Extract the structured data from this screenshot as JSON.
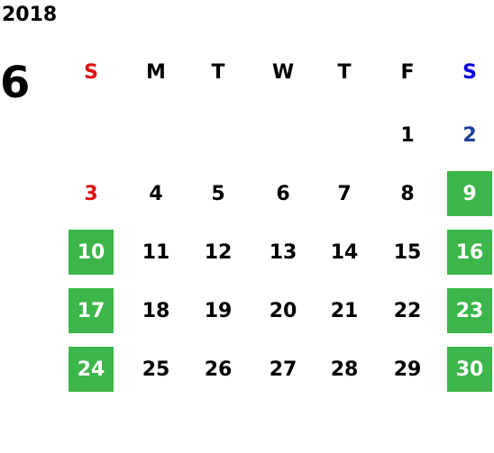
{
  "calendar": {
    "year": "2018",
    "month": "6",
    "weekdays": [
      "S",
      "M",
      "T",
      "W",
      "T",
      "F",
      "S"
    ],
    "weeks": [
      [
        "",
        "",
        "",
        "",
        "",
        "1",
        "2"
      ],
      [
        "3",
        "4",
        "5",
        "6",
        "7",
        "8",
        "9"
      ],
      [
        "10",
        "11",
        "12",
        "13",
        "14",
        "15",
        "16"
      ],
      [
        "17",
        "18",
        "19",
        "20",
        "21",
        "22",
        "23"
      ],
      [
        "24",
        "25",
        "26",
        "27",
        "28",
        "29",
        "30"
      ]
    ],
    "highlight_color": "#3cb64a",
    "sunday_color": "#e01010",
    "saturday_header_color": "#0000e0",
    "saturday_color": "#1e3f9a"
  }
}
